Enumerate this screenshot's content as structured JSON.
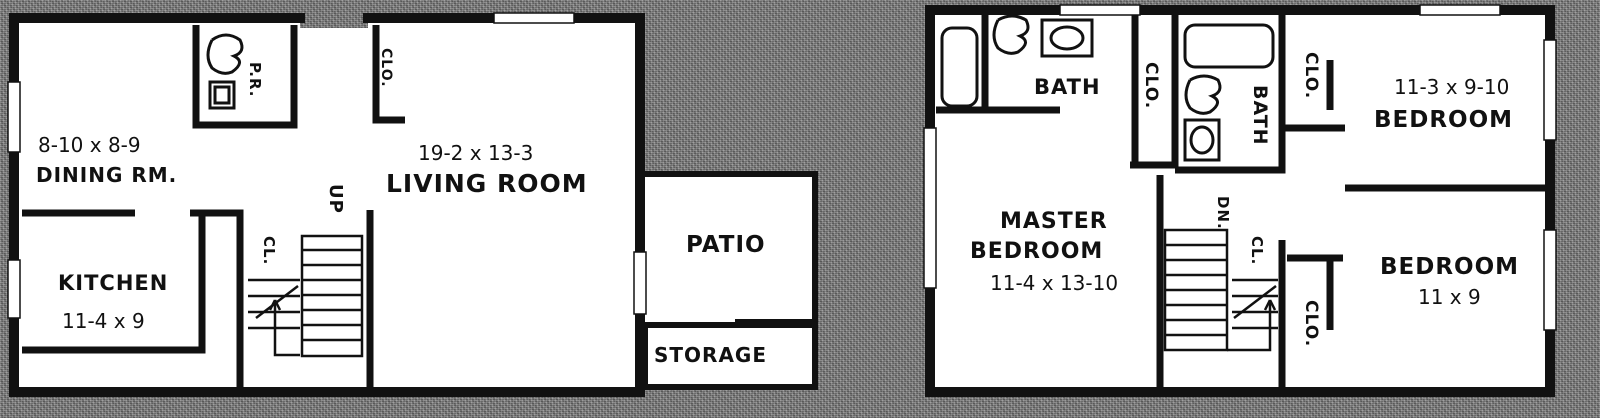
{
  "plans": [
    {
      "rooms": {
        "dining": {
          "dims": "8-10 x 8-9",
          "name": "DINING RM."
        },
        "powder": {
          "name": "P.R."
        },
        "closet_top": {
          "name": "CLO."
        },
        "living": {
          "dims": "19-2 x 13-3",
          "name": "LIVING ROOM"
        },
        "kitchen": {
          "name": "KITCHEN",
          "dims": "11-4 x 9"
        },
        "closet_stair": {
          "name": "CL."
        },
        "stair": {
          "name": "UP"
        },
        "patio": {
          "name": "PATIO"
        },
        "storage": {
          "name": "STORAGE"
        }
      }
    },
    {
      "rooms": {
        "bath1": {
          "name": "BATH"
        },
        "closet_mid": {
          "name": "CLO."
        },
        "bath2": {
          "name": "BATH"
        },
        "closet_right": {
          "name": "CLO."
        },
        "bedroom1": {
          "dims": "11-3 x 9-10",
          "name": "BEDROOM"
        },
        "master": {
          "name1": "MASTER",
          "name2": "BEDROOM",
          "dims": "11-4 x 13-10"
        },
        "stair": {
          "name": "DN."
        },
        "closet_stair": {
          "name": "CL."
        },
        "closet_bed2": {
          "name": "CLO."
        },
        "bedroom2": {
          "name": "BEDROOM",
          "dims": "11 x 9"
        }
      }
    }
  ]
}
